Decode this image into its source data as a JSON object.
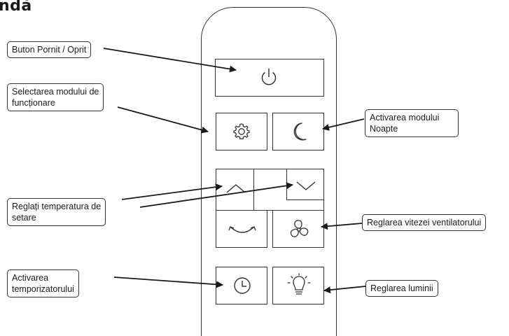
{
  "header": {
    "title": "ndă"
  },
  "labels": {
    "power": "Buton Pornit / Oprit",
    "mode_l1": "Selectarea modului de",
    "mode_l2": "funcționare",
    "night_l1": "Activarea modului",
    "night_l2": "Noapte",
    "temp_l1": "Reglați temperatura de",
    "temp_l2": "setare",
    "fan": "Reglarea vitezei ventilatorului",
    "timer_l1": "Activarea",
    "timer_l2": "temporizatorului",
    "light": "Reglarea luminii"
  },
  "icons": {
    "power": "power-icon",
    "mode": "gear-icon",
    "night": "moon-icon",
    "temp_up": "chevron-up-icon",
    "temp_down": "chevron-down-icon",
    "swing": "swing-icon",
    "fan": "fan-icon",
    "timer": "clock-icon",
    "light": "bulb-icon"
  },
  "colors": {
    "stroke": "#333333",
    "background": "#ffffff"
  }
}
